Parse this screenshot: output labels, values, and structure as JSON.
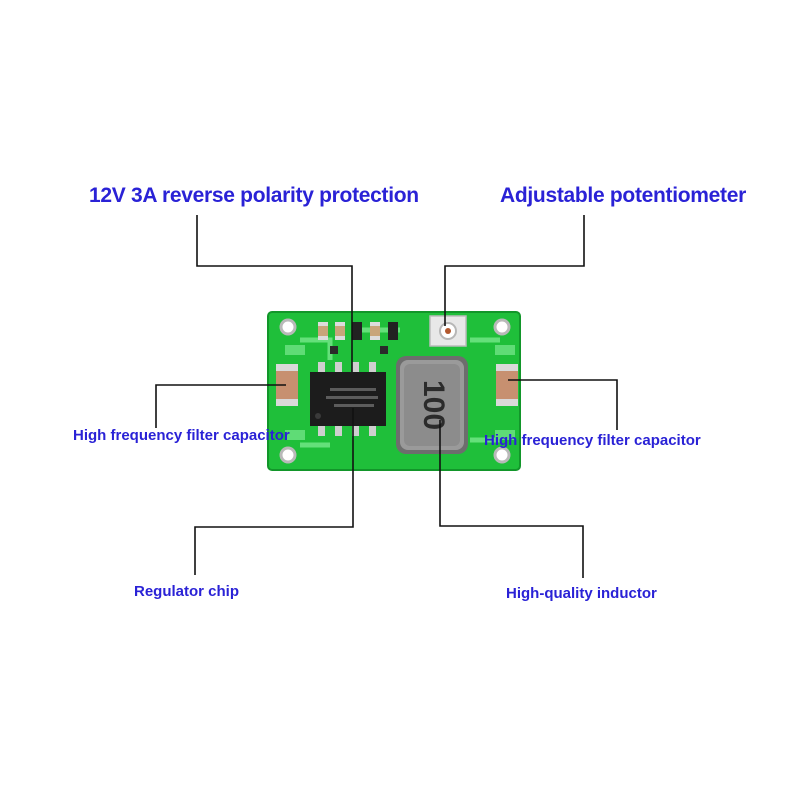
{
  "labels": {
    "protection": "12V 3A reverse polarity protection",
    "potentiometer": "Adjustable potentiometer",
    "capacitor_left": "High frequency filter capacitor",
    "capacitor_right": "High frequency filter capacitor",
    "regulator": "Regulator chip",
    "inductor": "High-quality inductor"
  },
  "board": {
    "inductor_marking": "100"
  },
  "colors": {
    "label_text": "#2a22d6",
    "leader_line": "#111111",
    "pcb": "#1fbf3a",
    "pcb_dark": "#139a2b",
    "inductor_body": "#8c8c8c",
    "chip_body": "#1c1c1c"
  }
}
